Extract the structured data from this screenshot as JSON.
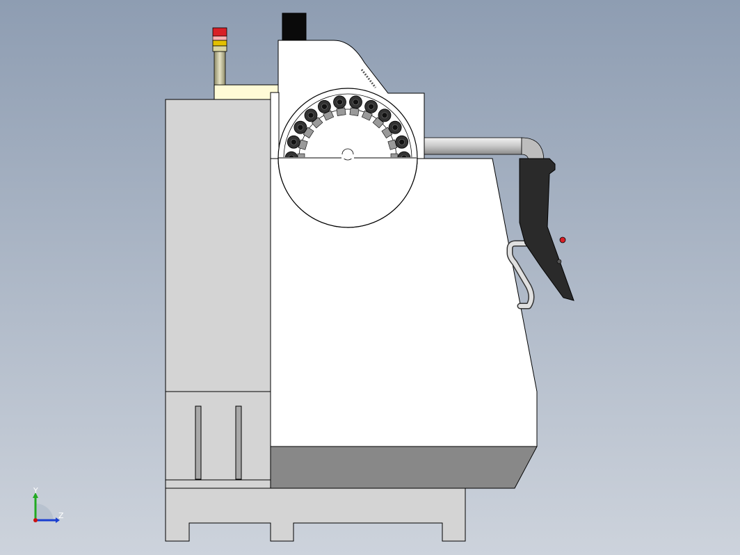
{
  "viewport": {
    "background_top": "#8e9db2",
    "background_bottom": "#cdd3dc"
  },
  "model": {
    "body_color": "#ffffff",
    "side_panel_color": "#d4d4d4",
    "base_color": "#d4d4d4",
    "dark_band_color": "#888888",
    "outline_color": "#000000",
    "pendant_color": "#2a2a2a",
    "tool_pocket_color": "#333333",
    "stack_light_colors": [
      "#d81f26",
      "#e3c000",
      "#b7b48a"
    ],
    "tool_pocket_count": 12
  },
  "triad": {
    "y_label": "Y",
    "z_label": "Z",
    "y_color": "#22aa22",
    "z_color": "#1a3fd0",
    "origin_color": "#cc1111"
  }
}
